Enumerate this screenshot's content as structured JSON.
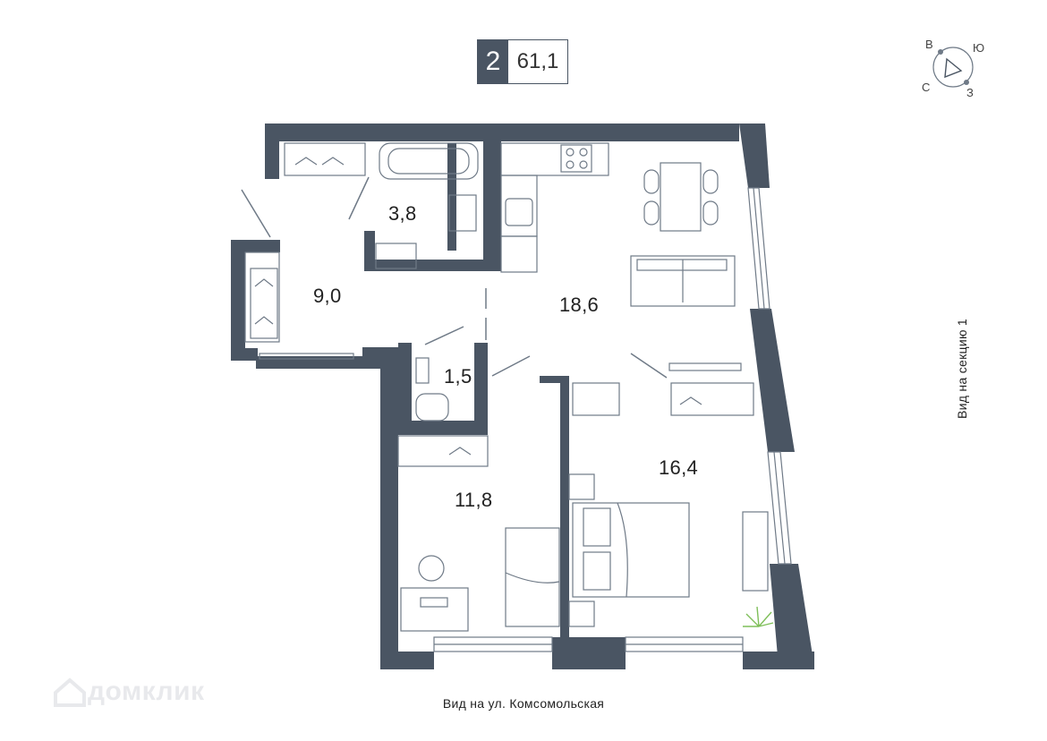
{
  "apartment": {
    "rooms": "2",
    "total_area": "61,1"
  },
  "compass": {
    "north": "В",
    "east": "Ю",
    "south": "З",
    "west": "С"
  },
  "rooms": {
    "bathroom": "3,8",
    "hall": "9,0",
    "wc": "1,5",
    "kitchen_living": "18,6",
    "bedroom": "16,4",
    "room2": "11,8"
  },
  "views": {
    "bottom": "Вид на ул. Комсомольская",
    "right": "Вид на секцию 1"
  },
  "watermark": {
    "text": "домклик",
    "icon": "house-icon"
  },
  "colors": {
    "wall": "#4a5563",
    "furniture": "#6f7a87",
    "badge": "#4a5563"
  }
}
